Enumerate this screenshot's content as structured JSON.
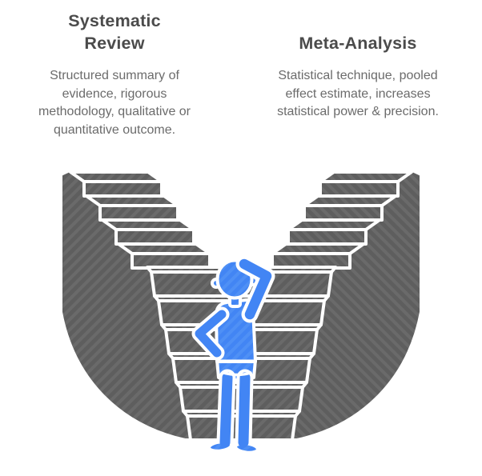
{
  "columns": [
    {
      "title_lines": [
        "Systematic",
        "Review"
      ],
      "description": "Structured summary of evidence, rigorous methodology, qualitative or quantitative outcome."
    },
    {
      "title_lines": [
        "Meta-Analysis"
      ],
      "description": "Statistical technique, pooled effect estimate, increases statistical power & precision."
    }
  ],
  "illustration": {
    "icons": {
      "person": "confused-person-icon",
      "left": "left-staircase",
      "right": "right-staircase",
      "center": "center-stairs"
    }
  },
  "colors": {
    "heading": "#4b4b4b",
    "body-text": "#6b6b6b",
    "stair-gray": "#5e5e5e",
    "stair-gray-stripe": "#6a6a6a",
    "person-blue": "#4285f4",
    "person-blue-stripe": "#4f90f5",
    "outline-white": "#ffffff",
    "background": "#ffffff"
  }
}
